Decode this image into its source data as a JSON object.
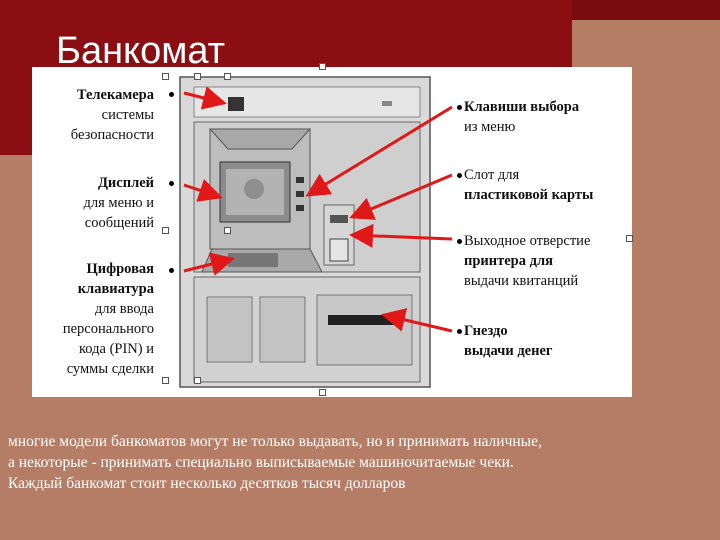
{
  "slide": {
    "title": "Банкомат"
  },
  "figure": {
    "labels_left": [
      {
        "lines": [
          "Телекамера",
          "системы",
          "безопасности"
        ],
        "bold_lines": [
          0
        ]
      },
      {
        "lines": [
          "Дисплей",
          "для меню и",
          "сообщений"
        ],
        "bold_lines": [
          0
        ]
      },
      {
        "lines": [
          "Цифровая",
          "клавиатура",
          "для ввода",
          "персонального",
          "кода (PIN)  и",
          "суммы сделки"
        ],
        "bold_lines": [
          0,
          1
        ]
      }
    ],
    "labels_right": [
      {
        "lines": [
          "Клавиши выбора",
          "из меню"
        ],
        "bold_lines": [
          0
        ]
      },
      {
        "lines": [
          "Слот для",
          "пластиковой карты"
        ],
        "bold_lines": [
          1
        ]
      },
      {
        "lines": [
          "Выходное отверстие",
          "принтера для",
          "выдачи квитанций"
        ],
        "bold_lines": [
          1
        ]
      },
      {
        "lines": [
          "Гнездо",
          "выдачи денег"
        ],
        "bold_lines": [
          0,
          1
        ]
      }
    ],
    "arrow_color": "#e01818"
  },
  "caption": {
    "line1": "многие модели банкоматов могут не только выдавать, но и принимать наличные,",
    "line2": "а некоторые - принимать специально выписываемые машиночитаемые чеки.",
    "line3": "Каждый банкомат стоит несколько десятков тысяч долларов"
  }
}
